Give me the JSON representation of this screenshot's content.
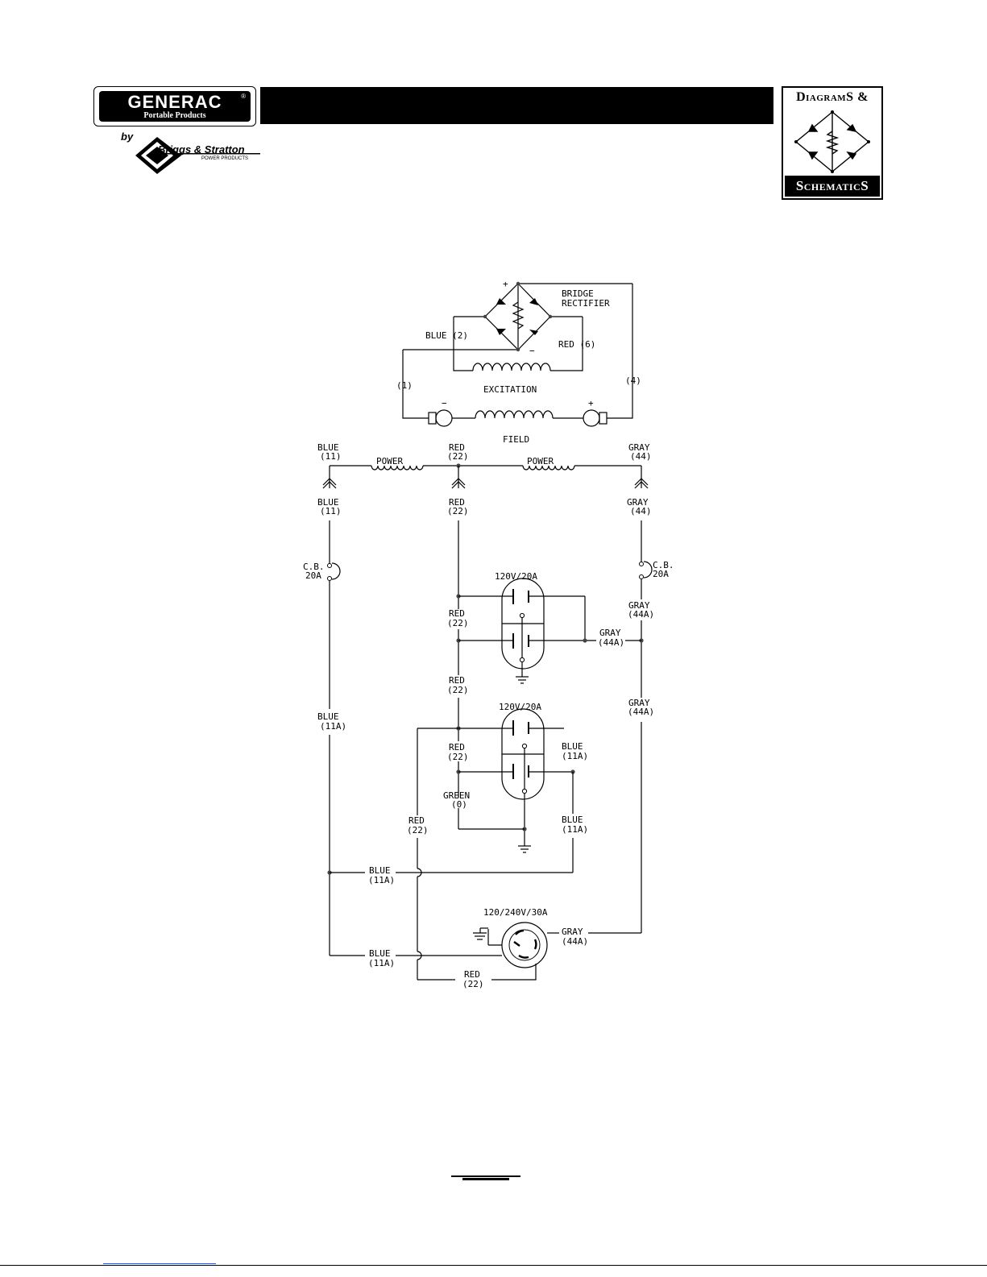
{
  "header": {
    "brand": "GENERAC",
    "brand_reg": "®",
    "brand_sub": "Portable Products",
    "by": "by",
    "partner": "Briggs & Stratton",
    "partner_sub": "POWER PRODUCTS",
    "badge_top": "DiagramS &",
    "badge_bottom": "SchematicS"
  },
  "labels": {
    "bridge1": "BRIDGE",
    "bridge2": "RECTIFIER",
    "plus_top": "+",
    "minus_bot": "−",
    "blue2": "BLUE (2)",
    "red6": "RED (6)",
    "w1": "(1)",
    "w4": "(4)",
    "excitation": "EXCITATION",
    "field": "FIELD",
    "fminus": "−",
    "fplus": "+",
    "blue11_top_a": "BLUE",
    "blue11_top_b": "(11)",
    "red22_top_a": "RED",
    "red22_top_b": "(22)",
    "gray44_top_a": "GRAY",
    "gray44_top_b": "(44)",
    "power1": "POWER",
    "power2": "POWER",
    "blue11_mid_a": "BLUE",
    "blue11_mid_b": "(11)",
    "red22_mid_a": "RED",
    "red22_mid_b": "(22)",
    "gray44_mid_a": "GRAY",
    "gray44_mid_b": "(44)",
    "cb_left_a": "C.B.",
    "cb_left_b": "20A",
    "cb_right_a": "C.B.",
    "cb_right_b": "20A",
    "rec1": "120V/20A",
    "gray44a_r1_a": "GRAY",
    "gray44a_r1_b": "(44A)",
    "red22_r1_a": "RED",
    "red22_r1_b": "(22)",
    "gray44a_r2_a": "GRAY",
    "gray44a_r2_b": "(44A)",
    "red22_r3_a": "RED",
    "red22_r3_b": "(22)",
    "gray44a_r3_a": "GRAY",
    "gray44a_r3_b": "(44A)",
    "blue11a_left_a": "BLUE",
    "blue11a_left_b": "(11A)",
    "rec2": "120V/20A",
    "red22_r4_a": "RED",
    "red22_r4_b": "(22)",
    "blue11a_r4_a": "BLUE",
    "blue11a_r4_b": "(11A)",
    "green0_a": "GREEN",
    "green0_b": "(0)",
    "red22_r5_a": "RED",
    "red22_r5_b": "(22)",
    "blue11a_r5_a": "BLUE",
    "blue11a_r5_b": "(11A)",
    "blue11a_h1_a": "BLUE",
    "blue11a_h1_b": "(11A)",
    "rec3": "120/240V/30A",
    "gray44a_tw_a": "GRAY",
    "gray44a_tw_b": "(44A)",
    "blue11a_h2_a": "BLUE",
    "blue11a_h2_b": "(11A)",
    "red22_bot_a": "RED",
    "red22_bot_b": "(22)"
  }
}
